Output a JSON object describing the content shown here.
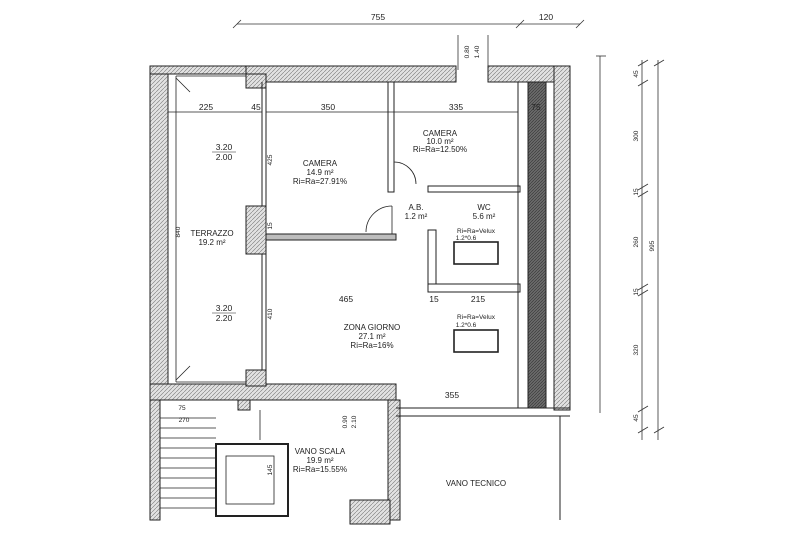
{
  "top_dims": [
    "755",
    "120",
    "0.80",
    "1.40"
  ],
  "right_dims": [
    "45",
    "300",
    "15",
    "260",
    "995",
    "15",
    "320",
    "45"
  ],
  "inner_dims": [
    "225",
    "45",
    "350",
    "335",
    "75",
    "425",
    "15",
    "465",
    "15",
    "215",
    "410",
    "840",
    "355",
    "75",
    "270",
    "0.90",
    "2.10",
    "145"
  ],
  "window_labels": [
    {
      "top": "3.20",
      "bottom": "2.00"
    },
    {
      "top": "3.20",
      "bottom": "2.20"
    }
  ],
  "rooms": {
    "camera1": {
      "name": "CAMERA",
      "area": "14.9 m²",
      "ratio": "Ri=Ra=27.91%"
    },
    "camera2": {
      "name": "CAMERA",
      "area": "10.0 m²",
      "ratio": "Ri=Ra=12.50%"
    },
    "ab": {
      "name": "A.B.",
      "area": "1.2 m²"
    },
    "wc": {
      "name": "WC",
      "area": "5.6 m²"
    },
    "terrazzo": {
      "name": "TERRAZZO",
      "area": "19.2 m²"
    },
    "zona_giorno": {
      "name": "ZONA GIORNO",
      "area": "27.1 m²",
      "ratio": "Ri=Ra=16%"
    },
    "vano_scala": {
      "name": "VANO SCALA",
      "area": "19.9 m²",
      "ratio": "Ri=Ra=15.55%"
    },
    "vano_tecnico": {
      "name": "VANO TECNICO"
    }
  },
  "velux": [
    {
      "label": "Ri=Ra=Velux",
      "size": "1.2*0.6"
    },
    {
      "label": "Ri=Ra=Velux",
      "size": "1.2*0.6"
    }
  ],
  "colors": {
    "line": "#222222",
    "wall_fill": "#d9d9d9",
    "dark_wall": "#555555"
  }
}
